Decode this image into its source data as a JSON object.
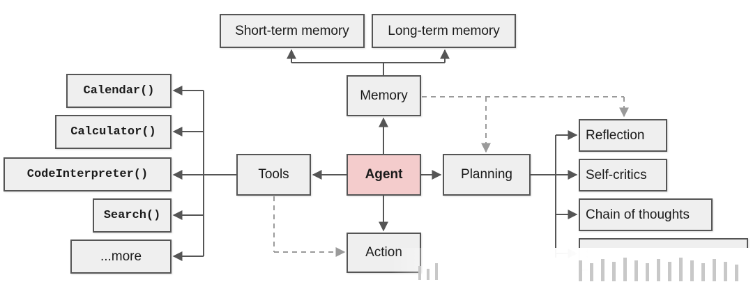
{
  "nodes": {
    "short_term_memory": "Short-term memory",
    "long_term_memory": "Long-term memory",
    "memory": "Memory",
    "agent": "Agent",
    "tools": "Tools",
    "planning": "Planning",
    "action": "Action",
    "calendar": "Calendar()",
    "calculator": "Calculator()",
    "code_interpreter": "CodeInterpreter()",
    "search": "Search()",
    "more": "...more",
    "reflection": "Reflection",
    "self_critics": "Self-critics",
    "chain_of_thoughts": "Chain of thoughts",
    "subgoal_decomposition": "Subgoal decomposition"
  },
  "colors": {
    "node_fill": "#efefef",
    "agent_fill": "#f4cccc",
    "edge": "#555555",
    "dashed_edge": "#9a9a9a"
  }
}
